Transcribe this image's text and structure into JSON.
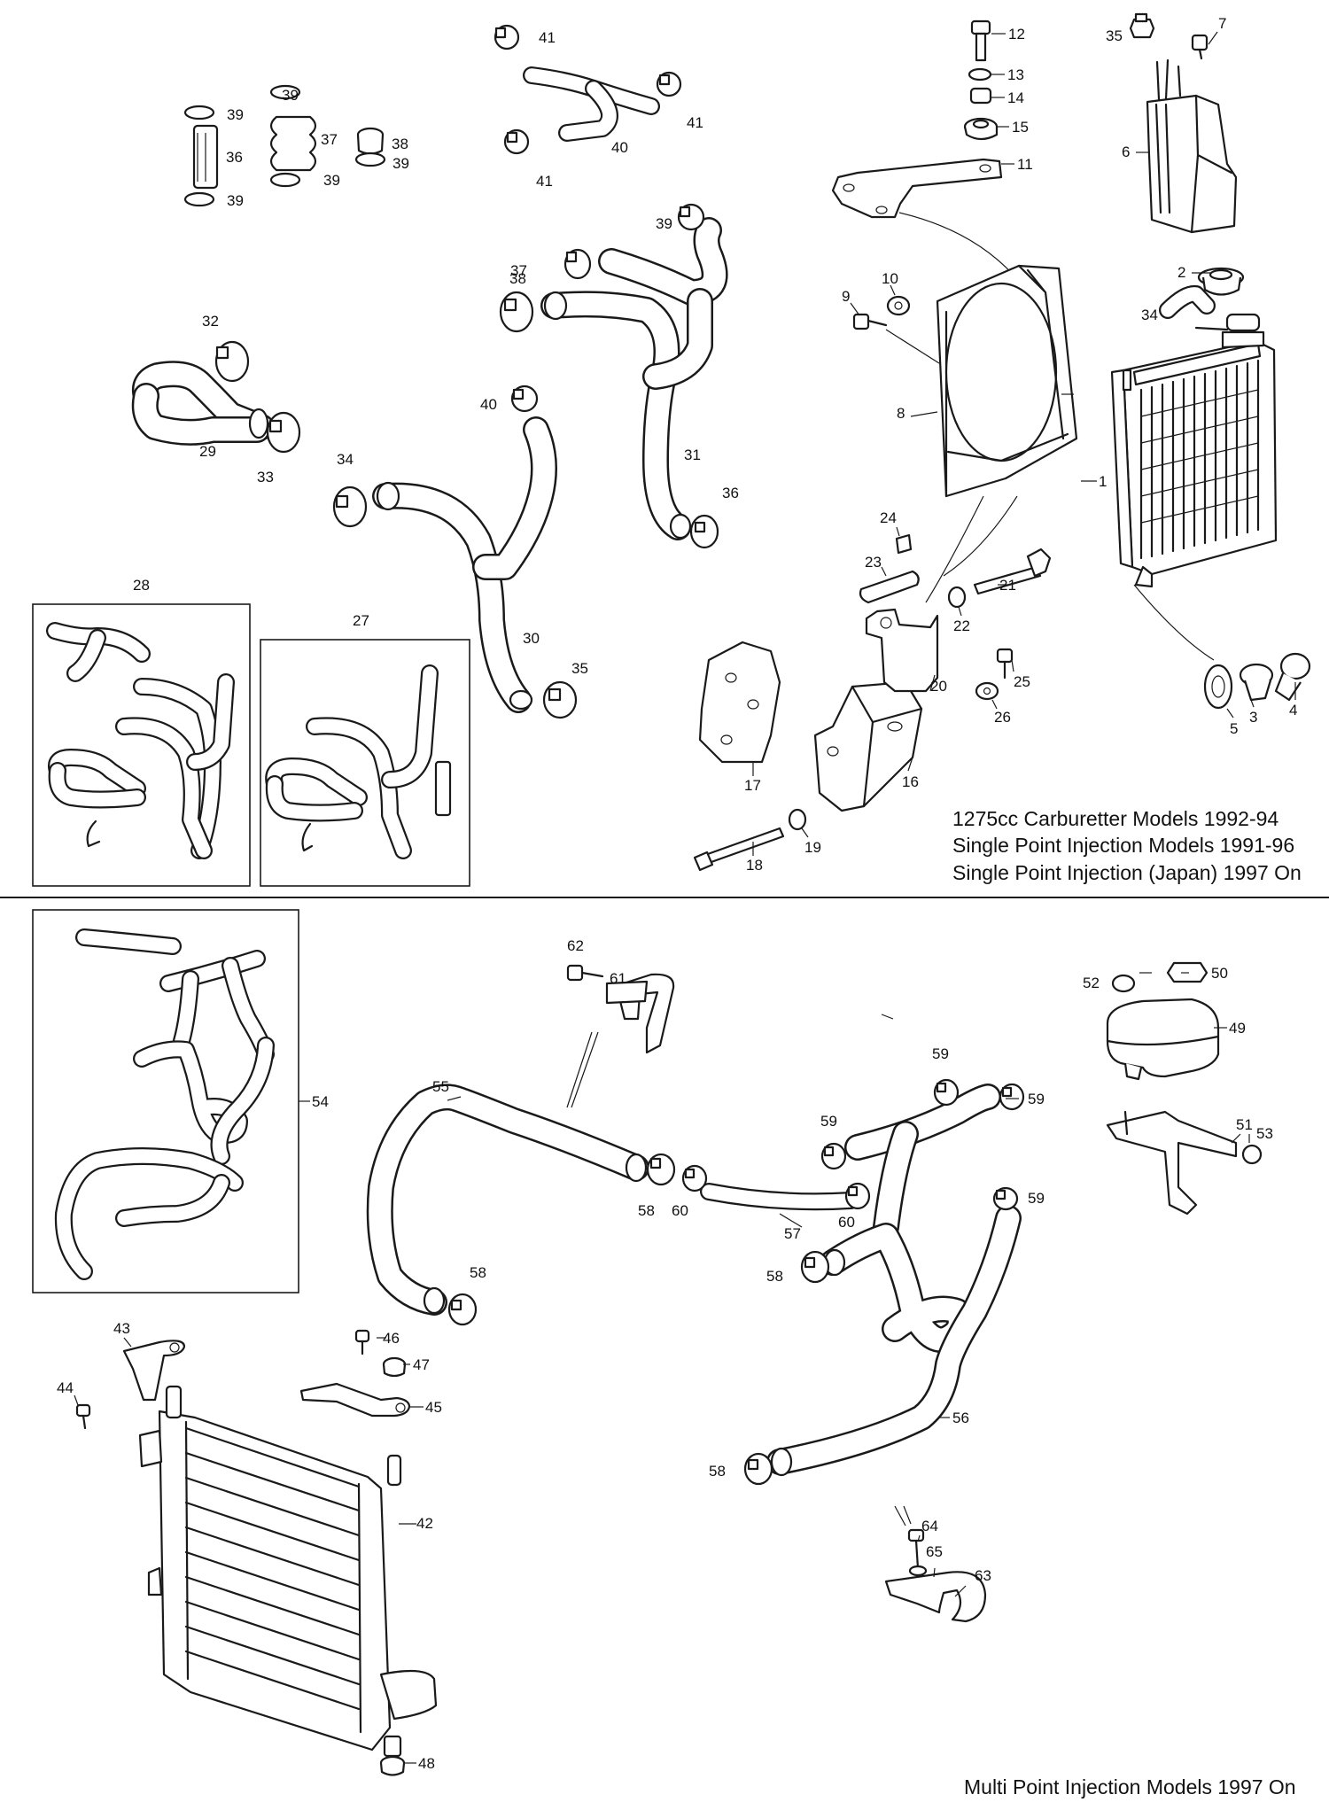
{
  "captions": {
    "upper": [
      "1275cc Carburetter Models 1992-94",
      "Single Point Injection Models 1991-96",
      "Single Point Injection (Japan) 1997 On"
    ],
    "lower": "Multi Point Injection Models 1997 On"
  },
  "callouts": [
    "1",
    "2",
    "3",
    "4",
    "5",
    "6",
    "7",
    "8",
    "9",
    "10",
    "11",
    "12",
    "13",
    "14",
    "15",
    "16",
    "17",
    "18",
    "19",
    "20",
    "21",
    "22",
    "23",
    "24",
    "25",
    "26",
    "27",
    "28",
    "29",
    "30",
    "31",
    "32",
    "33",
    "34",
    "35",
    "36",
    "37",
    "38",
    "39",
    "40",
    "41",
    "42",
    "43",
    "44",
    "45",
    "46",
    "47",
    "48",
    "49",
    "50",
    "51",
    "52",
    "53",
    "54",
    "55",
    "56",
    "57",
    "58",
    "59",
    "60",
    "61",
    "62",
    "63",
    "64",
    "65"
  ]
}
